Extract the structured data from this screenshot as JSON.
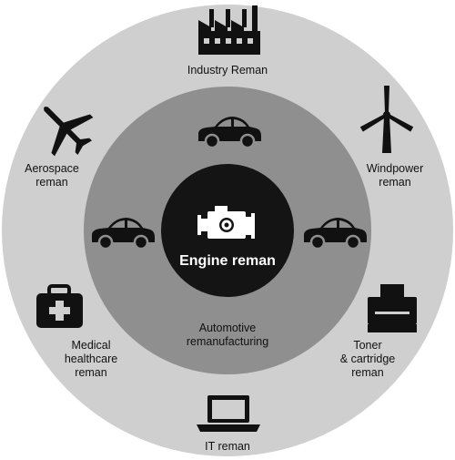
{
  "center": {
    "label": "Engine reman",
    "icon": "engine-icon"
  },
  "middle_ring": {
    "label_lines": [
      "Automotive",
      "remanufacturing"
    ],
    "icons": [
      "car-icon",
      "car-icon",
      "car-icon"
    ]
  },
  "outer_ring": {
    "industry": {
      "lines": [
        "Industry Reman"
      ],
      "icon": "factory-icon"
    },
    "windpower": {
      "lines": [
        "Windpower",
        "reman"
      ],
      "icon": "wind-turbine-icon"
    },
    "toner": {
      "lines": [
        "Toner",
        "& cartridge",
        "reman"
      ],
      "icon": "printer-icon"
    },
    "it": {
      "lines": [
        "IT reman"
      ],
      "icon": "laptop-icon"
    },
    "medical": {
      "lines": [
        "Medical",
        "healthcare",
        "reman"
      ],
      "icon": "medical-kit-icon"
    },
    "aerospace": {
      "lines": [
        "Aerospace",
        "reman"
      ],
      "icon": "airplane-icon"
    }
  },
  "colors": {
    "outer": "#cfcfcf",
    "middle": "#8f8f8f",
    "center": "#141414",
    "icon": "#111111"
  }
}
